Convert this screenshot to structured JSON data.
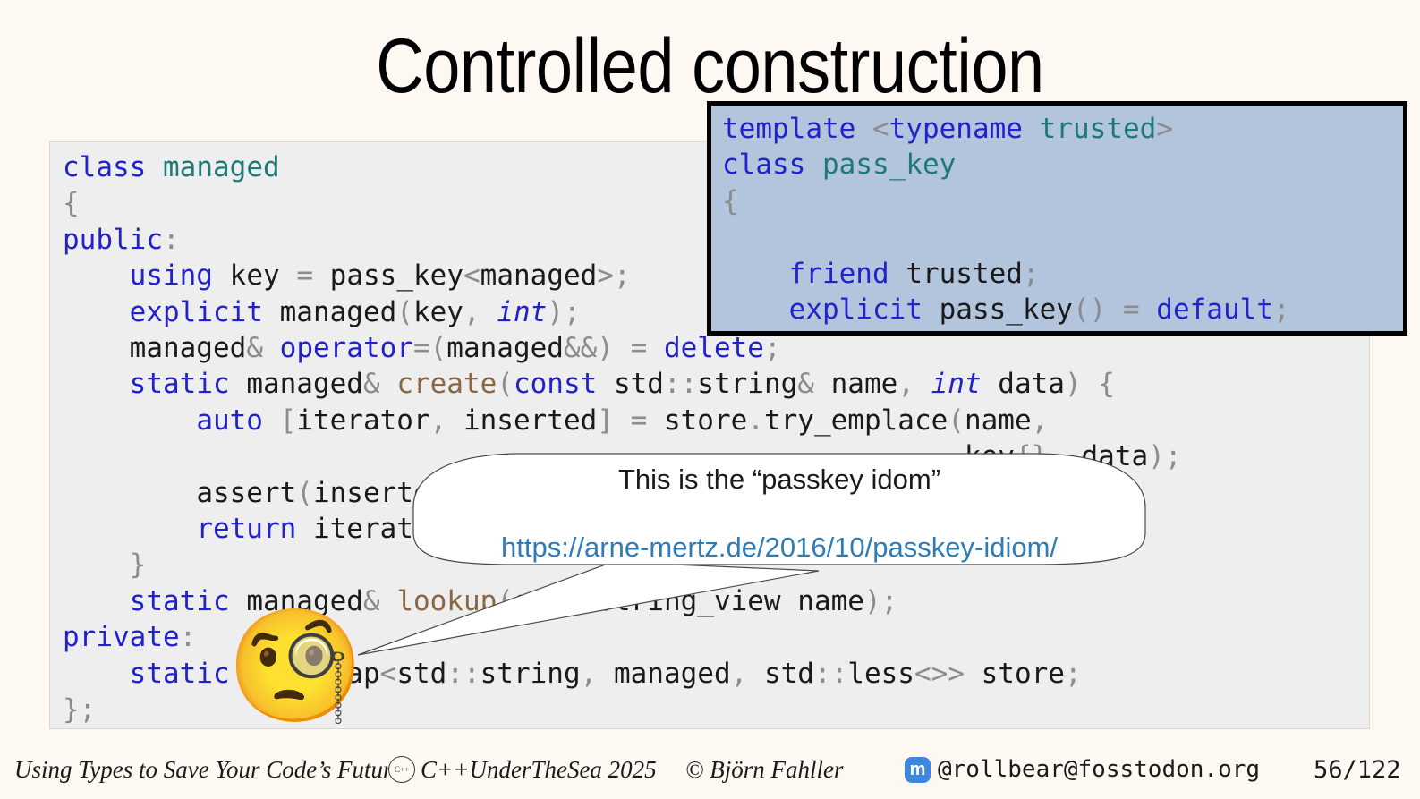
{
  "slide": {
    "title": "Controlled construction",
    "background_color": "#fdf8f2",
    "code_panel_color": "#eeeeee",
    "overlay_color": "#b3c4dd",
    "link_color": "#2d7cb8"
  },
  "code": {
    "lines": [
      "class managed",
      "{",
      "public:",
      "    using key = pass_key<managed>;",
      "    explicit managed(key, int);",
      "    managed& operator=(managed&&) = delete;",
      "    static managed& create(const std::string& name, int data) {",
      "        auto [iterator, inserted] = store.try_emplace(name,",
      "                                                      key{}, data);",
      "        assert(inserted);",
      "        return iterator->second;",
      "    }",
      "    static managed& lookup(std::string_view name);",
      "private:",
      "    static std::map<std::string, managed, std::less<>> store;",
      "};"
    ]
  },
  "overlay": {
    "lines": [
      "template <typename trusted>",
      "class pass_key",
      "{",
      "",
      "    friend trusted;",
      "    explicit pass_key() = default;",
      "};"
    ]
  },
  "callout": {
    "text": "This is the “passkey idom”",
    "url": "https://arne-mertz.de/2016/10/passkey-idiom/",
    "emoji": "🧐",
    "emoji_name": "monocle-face"
  },
  "footer": {
    "talk_title": "Using Types to Save Your Code’s Future",
    "conference": "C++UnderTheSea 2025",
    "conference_logo_text": "C++",
    "author": "© Björn Fahller",
    "mastodon_glyph": "m",
    "handle": "@rollbear@fosstodon.org",
    "page": "56/122"
  }
}
